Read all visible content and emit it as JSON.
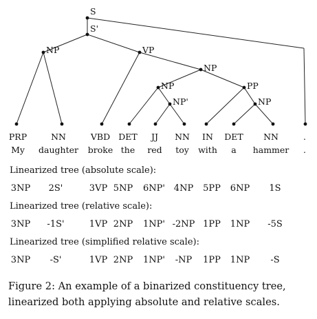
{
  "tree": {
    "nodes": {
      "S": "S",
      "S_prime": "S'",
      "NP_subj": "NP",
      "VP": "VP",
      "NP_obj": "NP",
      "NP_toy": "NP",
      "PP": "PP",
      "NP_prime": "NP'",
      "NP_hammer": "NP"
    },
    "pos_tags": [
      "PRP",
      "NN",
      "VBD",
      "DET",
      "JJ",
      "NN",
      "IN",
      "DET",
      "NN",
      "."
    ],
    "words": [
      "My",
      "daughter",
      "broke",
      "the",
      "red",
      "toy",
      "with",
      "a",
      "hammer",
      "."
    ]
  },
  "linearized": [
    {
      "title": "Linearized tree (absolute scale):",
      "labels": [
        "3NP",
        "2S'",
        "3VP",
        "5NP",
        "6NP'",
        "4NP",
        "5PP",
        "6NP",
        "1S"
      ]
    },
    {
      "title": "Linearized tree (relative scale):",
      "labels": [
        "3NP",
        "-1S'",
        "1VP",
        "2NP",
        "1NP'",
        "-2NP",
        "1PP",
        "1NP",
        "-5S"
      ]
    },
    {
      "title": "Linearized tree (simplified relative scale):",
      "labels": [
        "3NP",
        "-S'",
        "1VP",
        "2NP",
        "1NP'",
        "-NP",
        "1PP",
        "1NP",
        "-S"
      ]
    }
  ],
  "caption": {
    "line1": "Figure 2:  An example of a binarized constituency tree,",
    "line2": "linearized both applying absolute and relative scales."
  }
}
